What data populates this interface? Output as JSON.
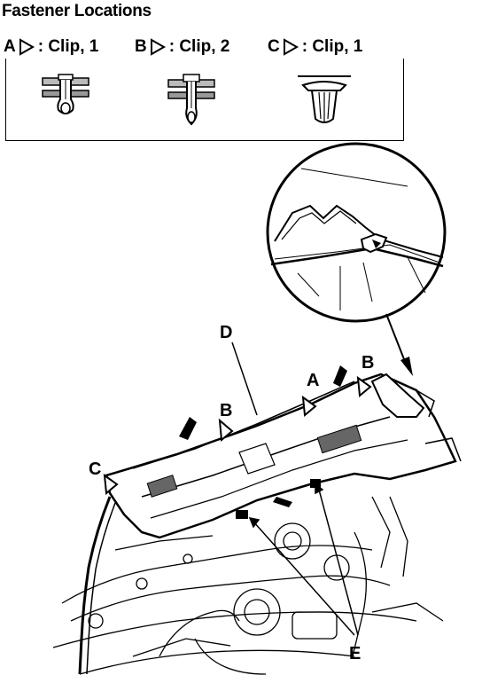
{
  "title": "Fastener Locations",
  "legend": [
    {
      "letter": "A",
      "text": ": Clip, 1"
    },
    {
      "letter": "B",
      "text": ": Clip, 2"
    },
    {
      "letter": "C",
      "text": ": Clip, 1"
    }
  ],
  "callouts": {
    "a": "A",
    "b1": "B",
    "b2": "B",
    "c": "C",
    "d": "D",
    "e": "E"
  },
  "icons": [
    "triangle-pointer-icon",
    "clip-type-a-icon",
    "clip-type-b-icon",
    "clip-type-c-icon",
    "direction-arrow-icon"
  ]
}
